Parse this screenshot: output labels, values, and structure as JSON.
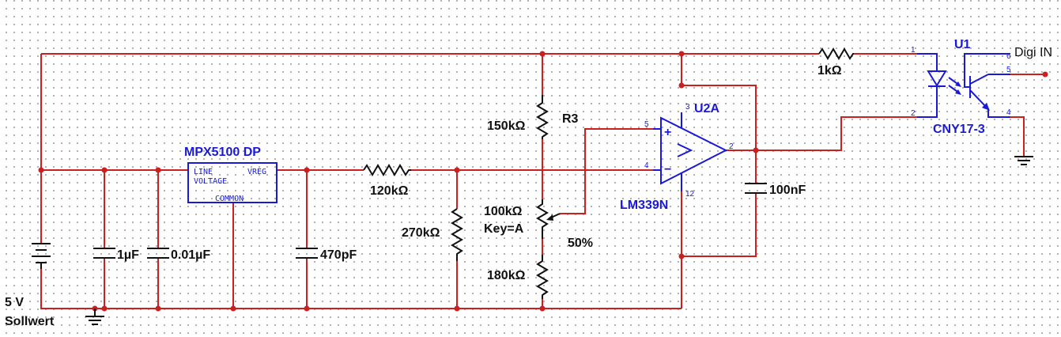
{
  "supply": {
    "voltage": "5 V",
    "name": "Sollwert"
  },
  "sensor": {
    "title": "MPX5100 DP",
    "pin_line": "LINE",
    "pin_voltage": "VOLTAGE",
    "pin_vreg": "VREG",
    "pin_common": "COMMON"
  },
  "capacitors": {
    "c1": "1µF",
    "c2": "0.01µF",
    "c3": "470pF",
    "c4": "100nF"
  },
  "resistors": {
    "r_series": "120kΩ",
    "r_shunt": "270kΩ",
    "r_top": "150kΩ",
    "r3_ref": "R3",
    "r_bottom": "180kΩ",
    "r_led": "1kΩ"
  },
  "potentiometer": {
    "value": "100kΩ",
    "key": "Key=A",
    "setting": "50%"
  },
  "comparator": {
    "ref": "U2A",
    "part": "LM339N",
    "pin_plus": "5",
    "pin_minus": "4",
    "pin_vcc": "3",
    "pin_gnd": "12",
    "pin_out": "2",
    "sym_plus": "+",
    "sym_minus": "−",
    "sym_gt": ">"
  },
  "optocoupler": {
    "ref": "U1",
    "part": "CNY17-3",
    "pin1": "1",
    "pin2": "2",
    "pin4": "4",
    "pin5": "5",
    "pin6": "6",
    "output_label": "Digi IN"
  }
}
